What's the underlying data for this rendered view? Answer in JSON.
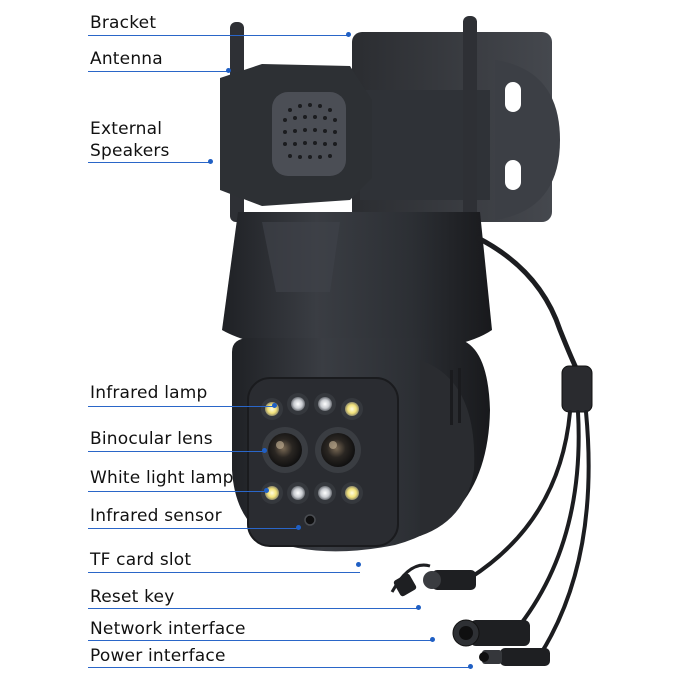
{
  "labels": {
    "bracket": "Bracket",
    "antenna": "Antenna",
    "external_speakers": "External\nSpeakers",
    "infrared_lamp": "Infrared lamp",
    "binocular_lens": "Binocular lens",
    "white_light_lamp": "White light lamp",
    "infrared_sensor": "Infrared sensor",
    "tf_card_slot": "TF card slot",
    "reset_key": "Reset key",
    "network_interface": "Network interface",
    "power_interface": "Power interface"
  },
  "colors": {
    "leader_line": "#2a66c8",
    "camera_body": "#2b2d31",
    "ir_led": "#e9ecef",
    "white_led": "#f2e27a"
  }
}
